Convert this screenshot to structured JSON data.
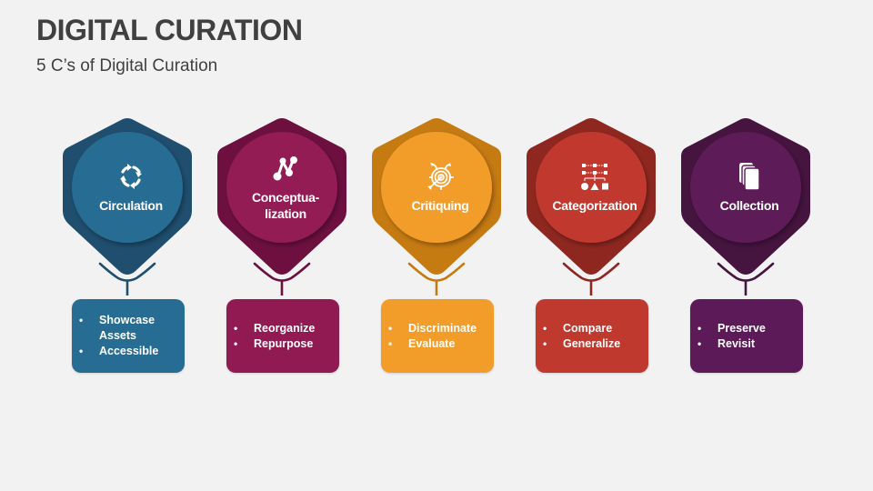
{
  "header": {
    "title": "DIGITAL CURATION",
    "subtitle": "5 C’s of Digital Curation"
  },
  "items": [
    {
      "label": "Circulation",
      "icon": "circular-arrows-icon",
      "colors": {
        "hex": "#1f4e6e",
        "circle": "#266c93",
        "box": "#266c93"
      },
      "bullets": [
        "Showcase Assets",
        "Accessible"
      ]
    },
    {
      "label": "Conceptua-\nlization",
      "icon": "connected-nodes-icon",
      "colors": {
        "hex": "#6d1040",
        "circle": "#921a53",
        "box": "#921a53"
      },
      "bullets": [
        "Reorganize",
        "Repurpose"
      ]
    },
    {
      "label": "Critiquing",
      "icon": "target-arrow-icon",
      "colors": {
        "hex": "#c57a12",
        "circle": "#f29d2a",
        "box": "#f29d2a"
      },
      "bullets": [
        "Discriminate",
        "Evaluate"
      ]
    },
    {
      "label": "Categorization",
      "icon": "hierarchy-shapes-icon",
      "colors": {
        "hex": "#8e2720",
        "circle": "#c0392f",
        "box": "#c0392f"
      },
      "bullets": [
        "Compare",
        "Generalize"
      ]
    },
    {
      "label": "Collection",
      "icon": "stacked-cards-icon",
      "colors": {
        "hex": "#45143f",
        "circle": "#5d1a58",
        "box": "#5d1a58"
      },
      "bullets": [
        "Preserve",
        "Revisit"
      ]
    }
  ]
}
